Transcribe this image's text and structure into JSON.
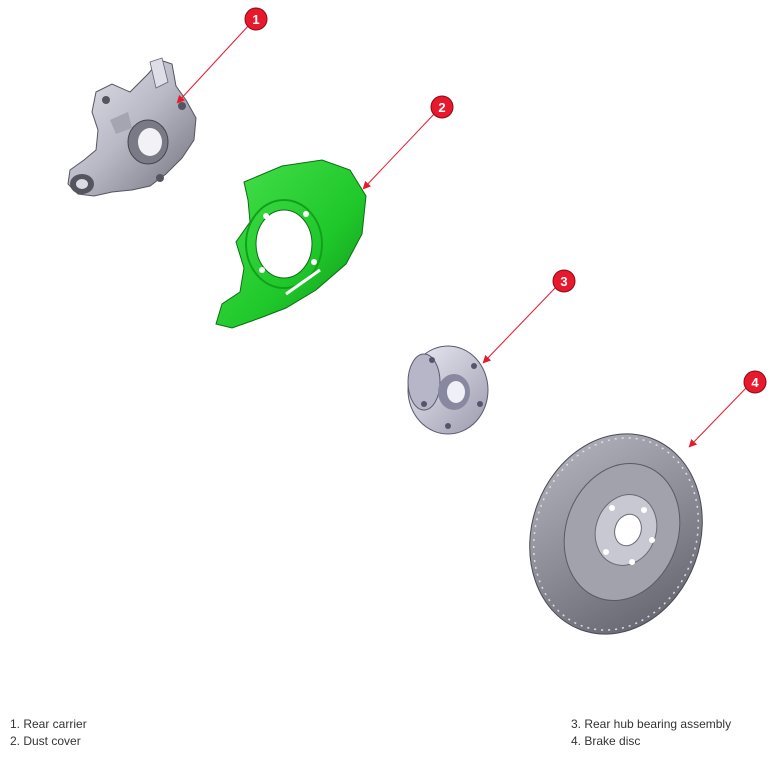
{
  "diagram": {
    "colors": {
      "callout": "#e8192c",
      "arrow": "#e8192c",
      "dust_cover": "#1fc82a",
      "metal": "#c9c9d4",
      "disc": "#8b8b95"
    },
    "callouts": [
      {
        "number": "1"
      },
      {
        "number": "2"
      },
      {
        "number": "3"
      },
      {
        "number": "4"
      }
    ]
  },
  "legend": {
    "left": [
      {
        "text": "1. Rear carrier"
      },
      {
        "text": "2. Dust cover"
      }
    ],
    "right": [
      {
        "text": "3. Rear hub bearing assembly"
      },
      {
        "text": "4. Brake disc"
      }
    ]
  }
}
